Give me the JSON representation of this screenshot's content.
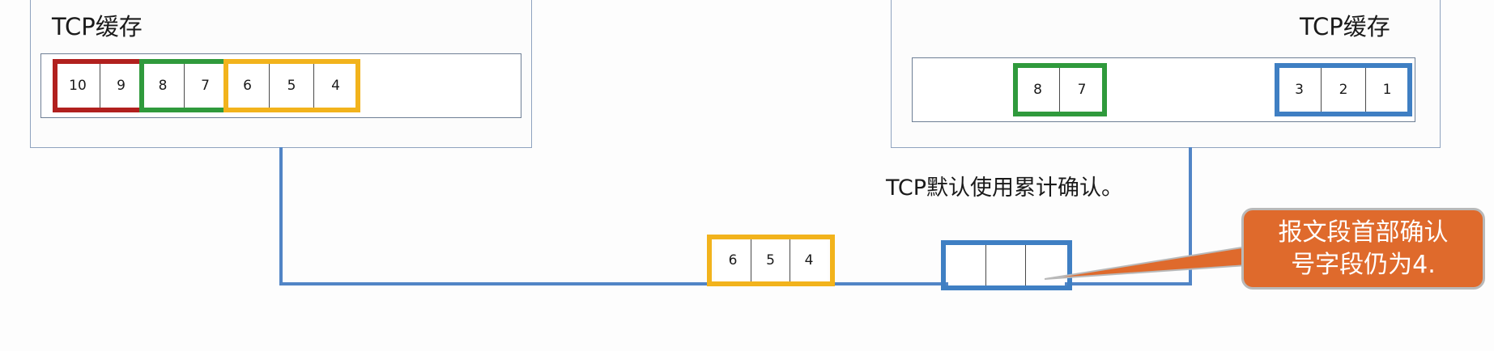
{
  "sender": {
    "title": "TCP缓存",
    "segments": [
      "10",
      "9",
      "8",
      "7",
      "6",
      "5",
      "4"
    ]
  },
  "receiver": {
    "title": "TCP缓存",
    "received_out_of_order": [
      "8",
      "7"
    ],
    "received_in_order": [
      "3",
      "2",
      "1"
    ]
  },
  "in_transit": {
    "data_segment": [
      "6",
      "5",
      "4"
    ],
    "ack_segment": [
      "",
      "",
      ""
    ]
  },
  "caption": "TCP默认使用累计确认。",
  "callout": {
    "line1": "报文段首部确认",
    "line2": "号字段仍为4."
  },
  "colors": {
    "red_group": "#b1201e",
    "green_group": "#2f9a3c",
    "yellow_group": "#f2b31c",
    "blue_group": "#3f7fc3",
    "wire": "#5185c6",
    "callout_fill": "#df6a2c"
  }
}
